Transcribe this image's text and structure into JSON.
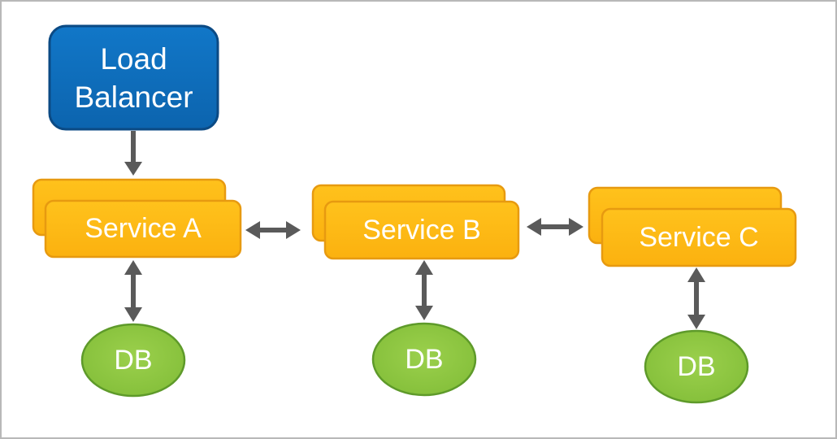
{
  "load_balancer": {
    "line1": "Load",
    "line2": "Balancer"
  },
  "services": [
    {
      "label": "Service A"
    },
    {
      "label": "Service B"
    },
    {
      "label": "Service C"
    }
  ],
  "databases": [
    {
      "label": "DB"
    },
    {
      "label": "DB"
    },
    {
      "label": "DB"
    }
  ],
  "colors": {
    "load_balancer_fill": "#0e6ebd",
    "load_balancer_stroke": "#0b4a84",
    "service_fill": "#fdb913",
    "service_stroke": "#e79a10",
    "db_fill": "#8cc63f",
    "db_stroke": "#5e9a2a",
    "arrow": "#5a5a5a"
  }
}
